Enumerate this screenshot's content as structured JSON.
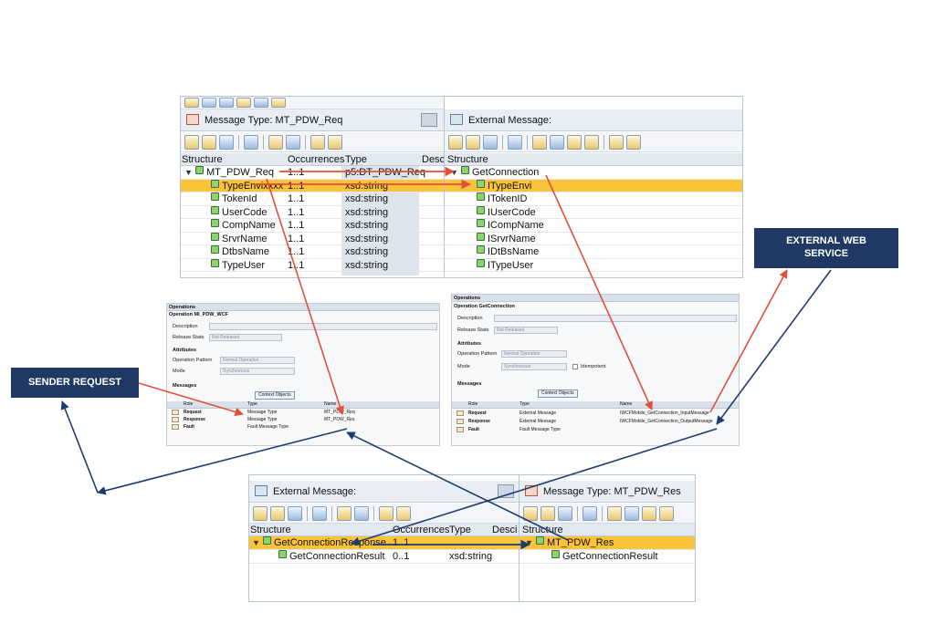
{
  "colors": {
    "accent_red": "#e0503a",
    "arrow_blue": "#1f3b73",
    "callout_bg": "#1f3864",
    "highlight": "#fbc33a"
  },
  "top_left": {
    "title": "Message Type: MT_PDW_Req",
    "headers": {
      "structure": "Structure",
      "occurrences": "Occurrences",
      "type": "Type",
      "desc": "Desc"
    },
    "rows": [
      {
        "name": "MT_PDW_Req",
        "occ": "1..1",
        "type": "p5:DT_PDW_Req"
      },
      {
        "name": "TypeEnvixxxx",
        "occ": "1..1",
        "type": "xsd:string"
      },
      {
        "name": "TokenId",
        "occ": "1..1",
        "type": "xsd:string"
      },
      {
        "name": "UserCode",
        "occ": "1..1",
        "type": "xsd:string"
      },
      {
        "name": "CompName",
        "occ": "1..1",
        "type": "xsd:string"
      },
      {
        "name": "SrvrName",
        "occ": "1..1",
        "type": "xsd:string"
      },
      {
        "name": "DtbsName",
        "occ": "1..1",
        "type": "xsd:string"
      },
      {
        "name": "TypeUser",
        "occ": "1..1",
        "type": "xsd:string"
      }
    ]
  },
  "top_right": {
    "title": "External Message: IWCFMobile_GetConnection_InputMessage",
    "headers": {
      "structure": "Structure"
    },
    "rows": [
      {
        "name": "GetConnection"
      },
      {
        "name": "ITypeEnvi"
      },
      {
        "name": "ITokenID"
      },
      {
        "name": "IUserCode"
      },
      {
        "name": "ICompName"
      },
      {
        "name": "ISrvrName"
      },
      {
        "name": "IDtBsName"
      },
      {
        "name": "ITypeUser"
      }
    ]
  },
  "op_left": {
    "operations": "Operations",
    "operation": "Operation MI_PDW_WCF",
    "description": "Description",
    "release_state": "Release State",
    "release_value": "Not Released",
    "attributes": "Attributes",
    "operation_pattern": "Operation Pattern",
    "pattern_value": "Normal Operation",
    "mode": "Mode",
    "mode_value": "Synchronous",
    "messages": "Messages",
    "context_button": "Context Objects",
    "cols": {
      "role": "Role",
      "type": "Type",
      "name": "Name"
    },
    "rows": [
      {
        "role": "Request",
        "type": "Message Type",
        "name": "MT_PDW_Req"
      },
      {
        "role": "Response",
        "type": "Message Type",
        "name": "MT_PDW_Res"
      },
      {
        "role": "Fault",
        "type": "Fault Message Type",
        "name": ""
      }
    ]
  },
  "op_right": {
    "operations": "Operations",
    "operation": "Operation GetConnection",
    "description": "Description",
    "release_state": "Release State",
    "release_value": "Not Released",
    "attributes": "Attributes",
    "operation_pattern": "Operation Pattern",
    "pattern_value": "Normal Operation",
    "mode": "Mode",
    "mode_value": "Synchronous",
    "idempotent": "Idempotent",
    "messages": "Messages",
    "context_button": "Context Objects",
    "cols": {
      "role": "Role",
      "type": "Type",
      "name": "Name"
    },
    "rows": [
      {
        "role": "Request",
        "type": "External Message",
        "name": "IWCFMobile_GetConnection_InputMessage"
      },
      {
        "role": "Response",
        "type": "External Message",
        "name": "IWCFMobile_GetConnection_OutputMessage"
      },
      {
        "role": "Fault",
        "type": "Fault Message Type",
        "name": ""
      }
    ]
  },
  "bottom_left": {
    "title": "External Message: IWCFMobile_GetConnection_Outp...",
    "headers": {
      "structure": "Structure",
      "occurrences": "Occurrences",
      "type": "Type",
      "desc": "Desci"
    },
    "rows": [
      {
        "name": "GetConnectionResponse",
        "occ": "1..1",
        "type": ""
      },
      {
        "name": "GetConnectionResult",
        "occ": "0..1",
        "type": "xsd:string"
      }
    ]
  },
  "bottom_right": {
    "title": "Message Type: MT_PDW_Res",
    "headers": {
      "structure": "Structure"
    },
    "rows": [
      {
        "name": "MT_PDW_Res"
      },
      {
        "name": "GetConnectionResult"
      }
    ]
  },
  "callouts": {
    "sender": "SENDER REQUEST",
    "external_line1": "EXTERNAL WEB",
    "external_line2": "SERVICE"
  }
}
